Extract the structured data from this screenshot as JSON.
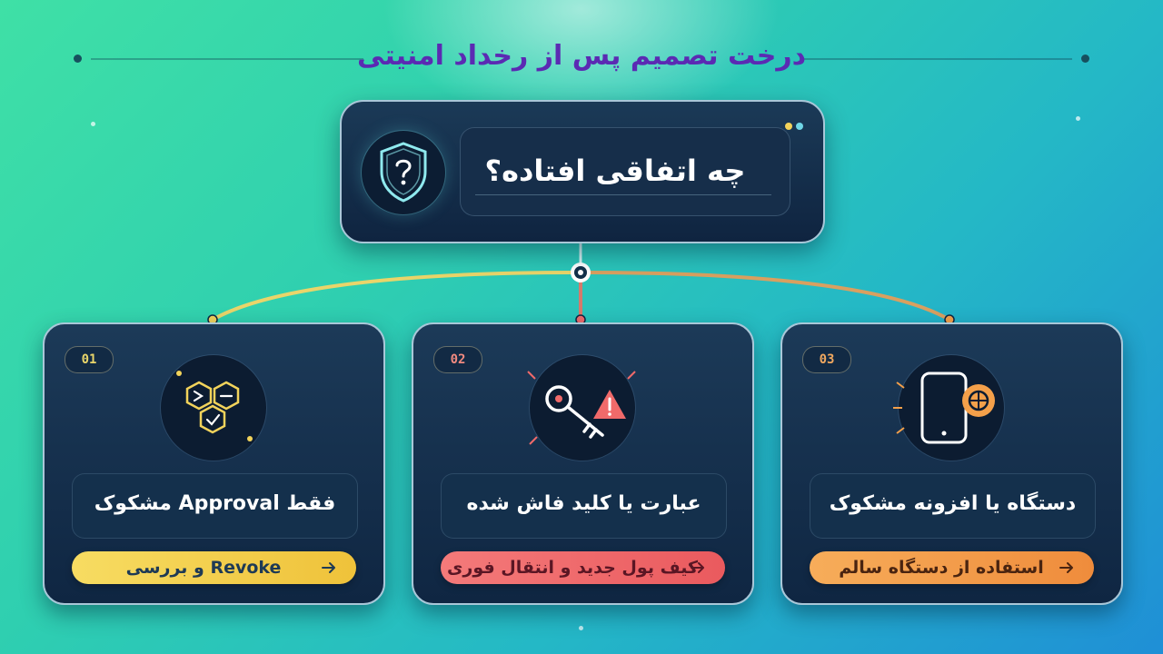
{
  "title": "درخت تصمیم پس از رخداد امنیتی",
  "root": {
    "question": "چه اتفاقی افتاده؟",
    "icon": "shield-question-icon"
  },
  "branches": [
    {
      "number": "01",
      "label": "فقط Approval مشکوک",
      "action": "Revoke و بررسی",
      "icon": "hexagon-cluster-icon",
      "accent": "#f2d35b"
    },
    {
      "number": "02",
      "label": "عبارت یا کلید فاش شده",
      "action": "کیف پول جدید و انتقال فوری",
      "icon": "key-warning-icon",
      "accent": "#f06a6a"
    },
    {
      "number": "03",
      "label": "دستگاه یا افزونه مشکوک",
      "action": "استفاده از دستگاه سالم",
      "icon": "phone-bug-icon",
      "accent": "#f4a04a"
    }
  ]
}
